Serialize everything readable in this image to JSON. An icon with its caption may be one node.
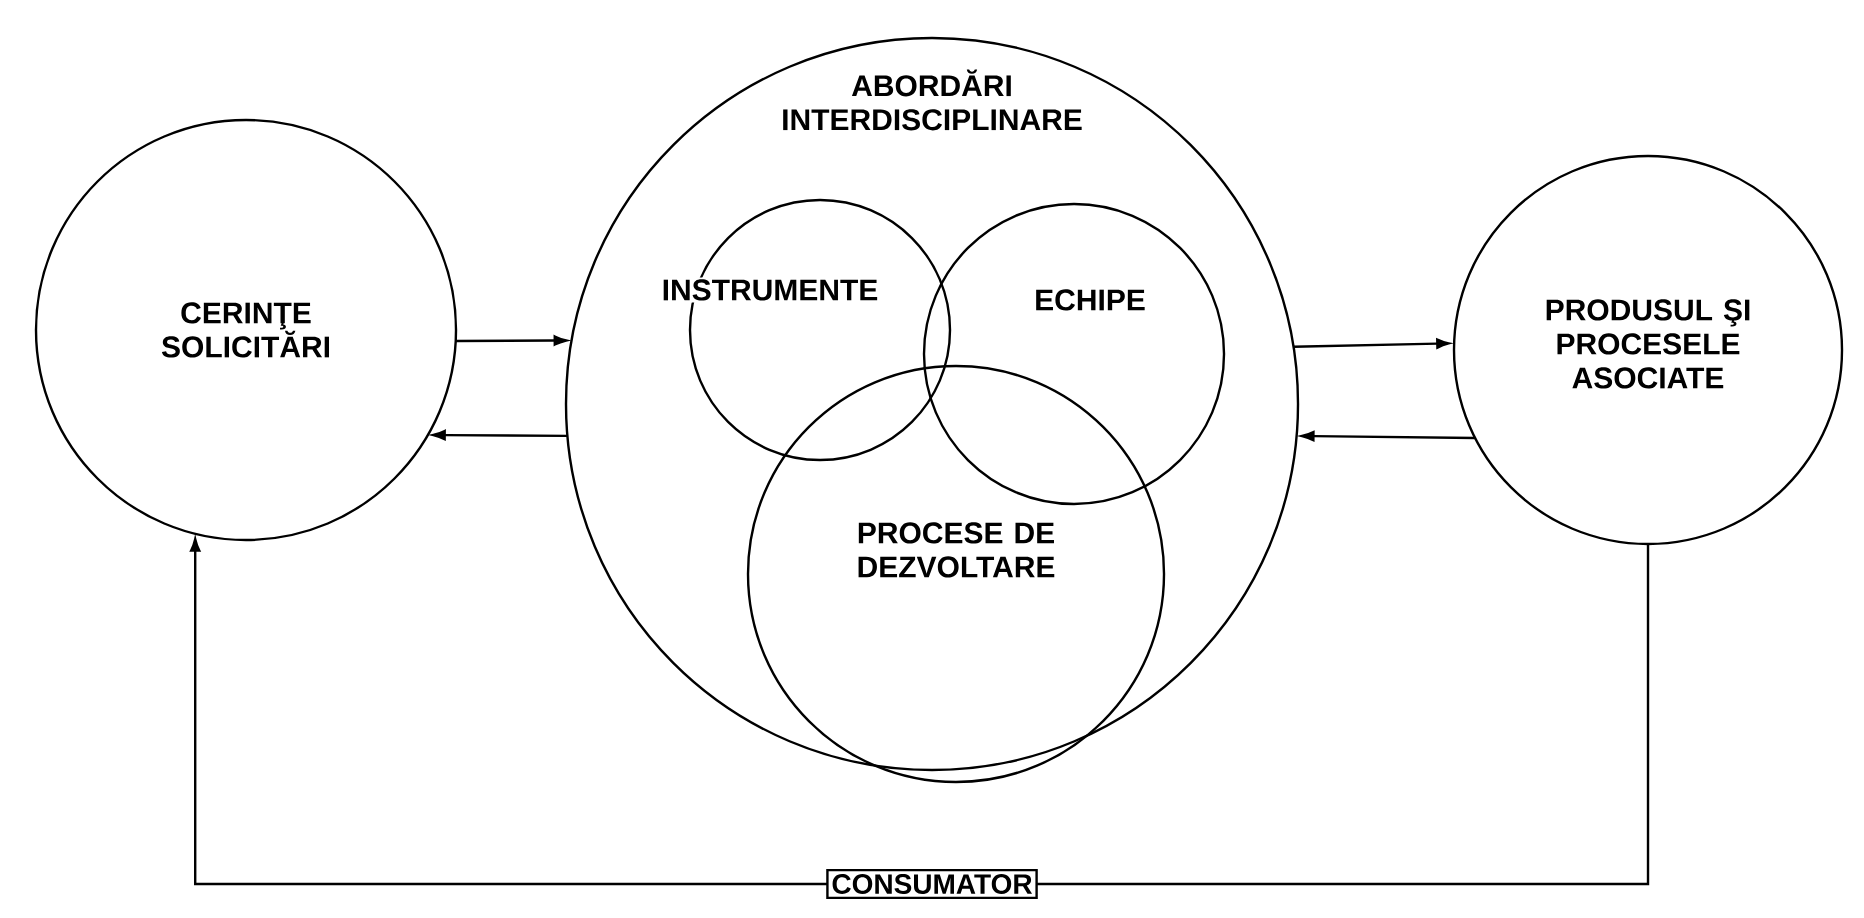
{
  "diagram": {
    "nodes": [
      {
        "text": [
          "CERINŢE SOLICITĂRI"
        ]
      },
      {
        "text": [
          "ABORDĂRI INTERDISCIPLINARE"
        ]
      },
      {
        "text": [
          "INSTRUMENTE"
        ],
        "in": 1
      },
      {
        "text": [
          "ECHIPE"
        ],
        "in": 1
      },
      {
        "text": [
          "PROCESE DE DEZVOLTARE"
        ],
        "in": 1
      },
      {
        "text": [
          "PRODUSUL ŞI PROCESELE ASOCIATE"
        ]
      },
      {
        "text": [
          "CONSUMATOR"
        ]
      }
    ],
    "edges": [
      {
        "from": 0,
        "to": 1,
        "arrow": "to"
      },
      {
        "from": 1,
        "to": 0,
        "arrow": "to"
      },
      {
        "from": 1,
        "to": 5,
        "arrow": "to"
      },
      {
        "from": 5,
        "to": 1,
        "arrow": "to"
      },
      {
        "from": 5,
        "to": 6,
        "arrow": "none"
      },
      {
        "from": 6,
        "to": 0,
        "arrow": "to"
      }
    ]
  }
}
